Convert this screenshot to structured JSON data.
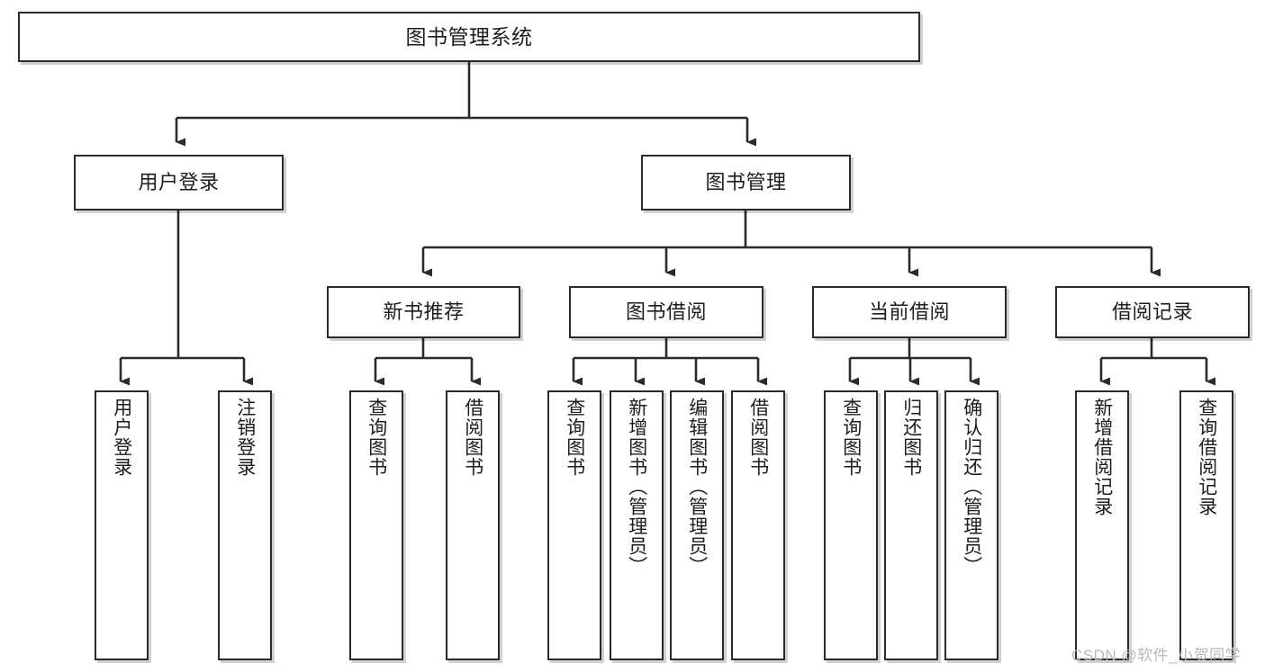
{
  "diagram": {
    "title": "图书管理系统",
    "type": "tree-hierarchy-diagram",
    "colors": {
      "box_border": "#2b2b2b",
      "box_fill": "#ffffff",
      "connector": "#2b2b2b",
      "watermark": "#b9b9b9",
      "background": "#ffffff"
    },
    "root": {
      "label": "图书管理系统"
    },
    "level2": [
      {
        "label": "用户登录"
      },
      {
        "label": "图书管理"
      }
    ],
    "level3": [
      {
        "label": "新书推荐"
      },
      {
        "label": "图书借阅"
      },
      {
        "label": "当前借阅"
      },
      {
        "label": "借阅记录"
      }
    ],
    "leaves": {
      "user_login": [
        {
          "label": "用户登录"
        },
        {
          "label": "注销登录"
        }
      ],
      "new_book_recommend": [
        {
          "label": "查询图书"
        },
        {
          "label": "借阅图书"
        }
      ],
      "book_borrow": [
        {
          "label": "查询图书"
        },
        {
          "label": "新增图书（管理员）"
        },
        {
          "label": "编辑图书（管理员）"
        },
        {
          "label": "借阅图书"
        }
      ],
      "current_borrow": [
        {
          "label": "查询图书"
        },
        {
          "label": "归还图书"
        },
        {
          "label": "确认归还（管理员）"
        }
      ],
      "borrow_records": [
        {
          "label": "新增借阅记录"
        },
        {
          "label": "查询借阅记录"
        }
      ]
    },
    "watermark": "CSDN @软件_小贺同学"
  }
}
